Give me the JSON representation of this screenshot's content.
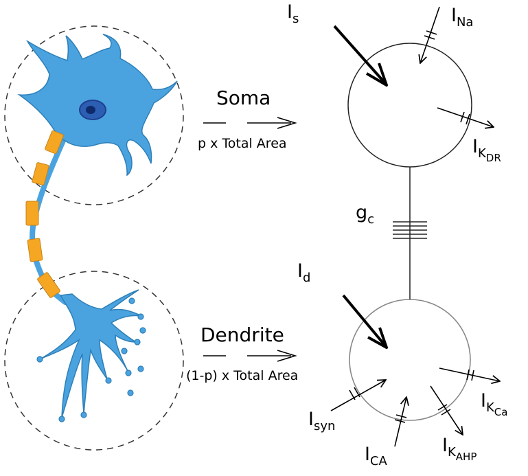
{
  "labels": {
    "soma": "Soma",
    "soma_area": "p x Total Area",
    "dendrite": "Dendrite",
    "dendrite_area": "(1-p) x Total Area"
  },
  "currents": {
    "i_s": {
      "base": "I",
      "sub": "s"
    },
    "i_na": {
      "base": "I",
      "sub": "Na"
    },
    "i_kdr": {
      "base": "I",
      "sub": "K",
      "subsub": "DR"
    },
    "g_c": {
      "base": "g",
      "sub": "c"
    },
    "i_d": {
      "base": "I",
      "sub": "d"
    },
    "i_syn": {
      "base": "I",
      "sub": "syn"
    },
    "i_ca": {
      "base": "I",
      "sub": "CA"
    },
    "i_kahp": {
      "base": "I",
      "sub": "K",
      "subsub": "AHP"
    },
    "i_kca": {
      "base": "I",
      "sub": "K",
      "subsub": "Ca"
    }
  },
  "colors": {
    "neuron": "#4aa3df",
    "neuron_outline": "#2d7fb8",
    "nucleus": "#1f3f8f",
    "myelin": "#f5a623"
  }
}
